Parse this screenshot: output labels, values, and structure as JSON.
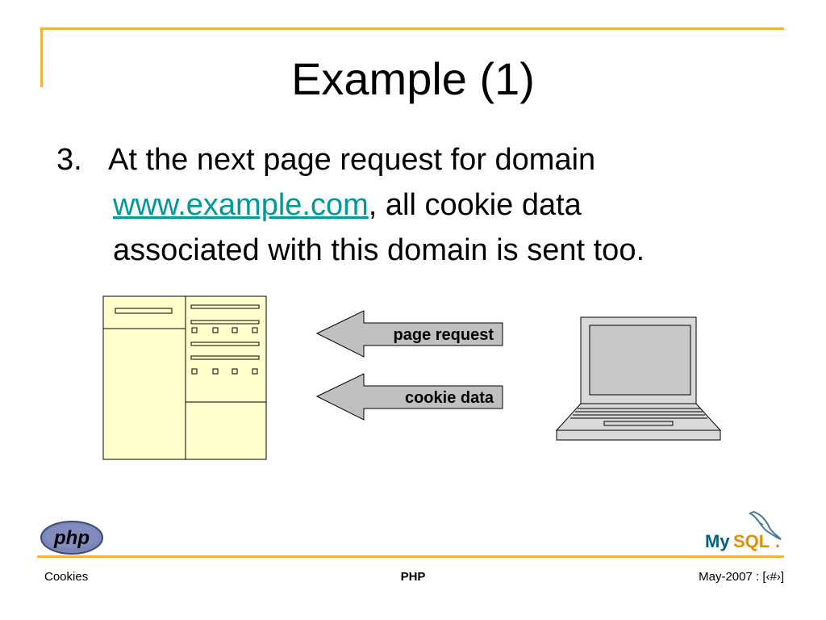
{
  "slide": {
    "title": "Example (1)",
    "bullet_number": "3.",
    "bullet_text_before": "At the next page request for domain",
    "bullet_link": "www.example.com",
    "bullet_text_after_link": ", all cookie data",
    "bullet_text_line3": "associated with this domain is sent too."
  },
  "diagram": {
    "arrow_top_label": "page request",
    "arrow_bottom_label": "cookie data"
  },
  "logos": {
    "php": "php",
    "mysql": "MySQL"
  },
  "footer": {
    "left": "Cookies",
    "center": "PHP",
    "right": "May-2007 : [‹#›]"
  },
  "colors": {
    "accent_orange": "#F2B53C",
    "link_teal": "#009999",
    "page_fill": "#FFFFCC",
    "arrow_fill": "#C0C0C0",
    "laptop_fill": "#D9D9D9"
  }
}
